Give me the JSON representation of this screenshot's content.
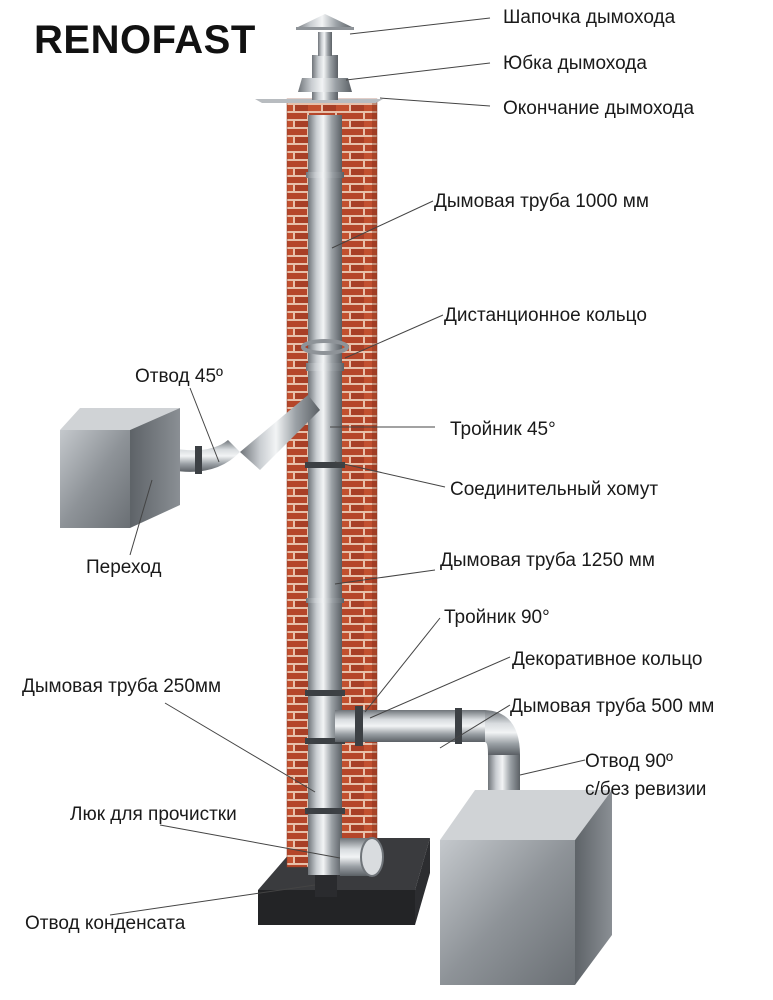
{
  "brand": {
    "name": "RENOFAST"
  },
  "labels": {
    "chimney_cap": "Шапочка дымохода",
    "chimney_skirt": "Юбка дымохода",
    "chimney_end": "Окончание дымохода",
    "pipe_1000": "Дымовая труба 1000 мм",
    "spacer_ring": "Дистанционное кольцо",
    "elbow_45": "Отвод 45º",
    "tee_45": "Тройник 45°",
    "clamp": "Соединительный хомут",
    "adapter": "Переход",
    "pipe_1250": "Дымовая труба  1250 мм",
    "tee_90": "Тройник 90°",
    "decor_ring": "Декоративное кольцо",
    "pipe_250": "Дымовая труба 250мм",
    "pipe_500": "Дымовая труба 500 мм",
    "elbow_90_line1": "Отвод 90º",
    "elbow_90_line2": "с/без ревизии",
    "cleanout": "Люк для прочистки",
    "condensate": "Отвод конденсата"
  },
  "colors": {
    "brick": "#b5462a",
    "mortar": "#e7c0aa",
    "steel_dark": "#6f7479",
    "steel_light": "#e9ecee",
    "base": "#2f3033",
    "leader": "#444444"
  }
}
